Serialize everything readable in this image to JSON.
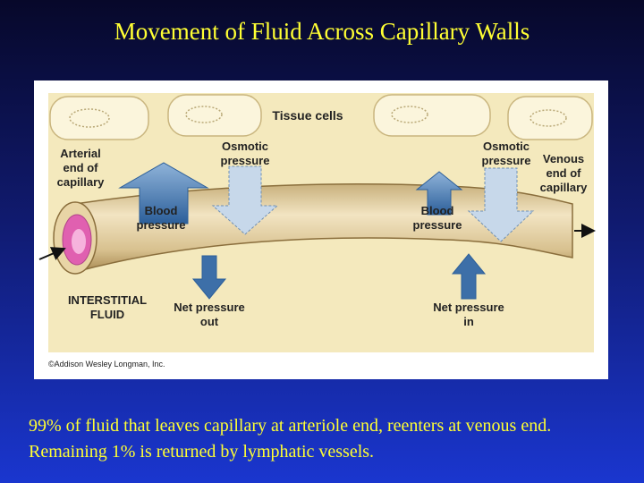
{
  "slide": {
    "title": "Movement of Fluid Across Capillary Walls",
    "caption": "99% of fluid that leaves capillary at arteriole end, reenters at venous end.  Remaining 1% is returned by lymphatic vessels."
  },
  "figure": {
    "tissue_cells_label": "Tissue cells",
    "arterial_end_label": [
      "Arterial",
      "end of",
      "capillary"
    ],
    "venous_end_label": [
      "Venous",
      "end of",
      "capillary"
    ],
    "osmotic_left_label": [
      "Osmotic",
      "pressure"
    ],
    "osmotic_right_label": [
      "Osmotic",
      "pressure"
    ],
    "blood_left_label": [
      "Blood",
      "pressure"
    ],
    "blood_right_label": [
      "Blood",
      "pressure"
    ],
    "interstitial_label": [
      "INTERSTITIAL",
      "FLUID"
    ],
    "net_out_label": [
      "Net pressure",
      "out"
    ],
    "net_in_label": [
      "Net pressure",
      "in"
    ],
    "copyright": "©Addison Wesley Longman, Inc."
  },
  "colors": {
    "title_text": "#ffff33",
    "tissue_bg": "#f4e9bd",
    "tissue_cell_fill": "#fbf5dc",
    "capillary_fill": "#e0cfa8",
    "lumen": "#e060b0",
    "arrow_dark": "#3d6fa8",
    "arrow_light": "#c7d8ea"
  }
}
